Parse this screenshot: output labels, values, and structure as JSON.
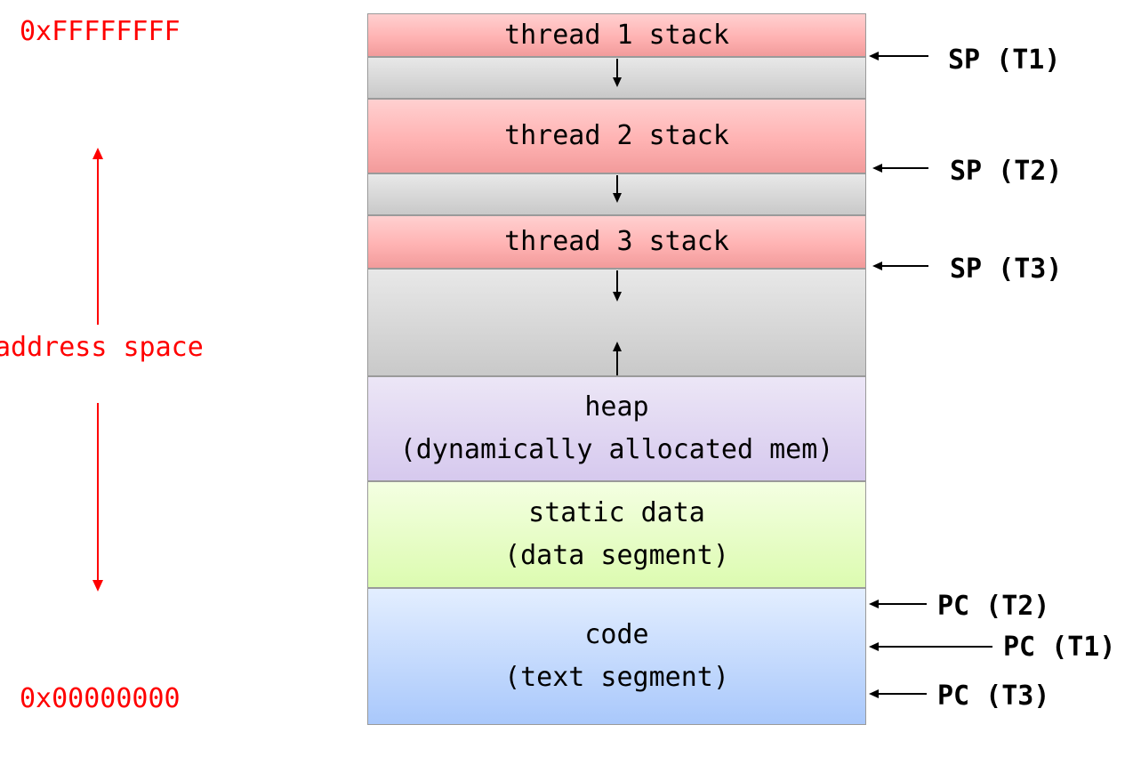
{
  "address_labels": {
    "top": "0xFFFFFFFF",
    "bottom": "0x00000000",
    "axis": "address space"
  },
  "segments": {
    "thread1_stack": "thread 1 stack",
    "thread2_stack": "thread 2 stack",
    "thread3_stack": "thread 3 stack",
    "heap_line1": "heap",
    "heap_line2": "(dynamically allocated mem)",
    "data_line1": "static data",
    "data_line2": "(data segment)",
    "code_line1": "code",
    "code_line2": "(text segment)"
  },
  "pointers": {
    "sp_t1": "SP (T1)",
    "sp_t2": "SP (T2)",
    "sp_t3": "SP (T3)",
    "pc_t2": "PC (T2)",
    "pc_t1": "PC (T1)",
    "pc_t3": "PC (T3)"
  },
  "colors": {
    "annotation": "#ff0000",
    "stack": "#ffb3b3",
    "free": "#c9c9c9",
    "heap": "#d6c9ee",
    "data": "#dcfbb0",
    "code": "#a9c8fb"
  }
}
